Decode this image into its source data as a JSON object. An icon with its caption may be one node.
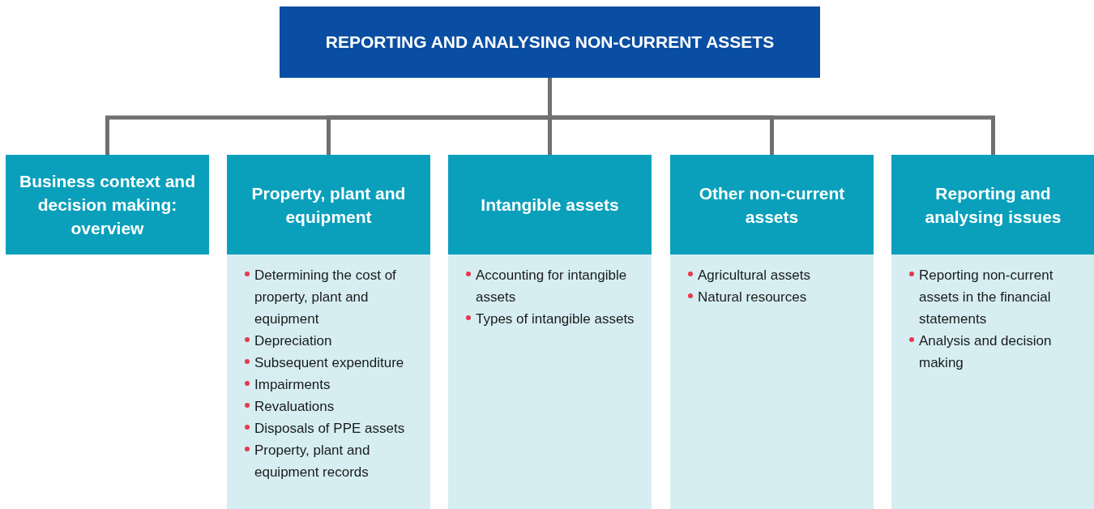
{
  "diagram": {
    "nodes": [
      {
        "text": [
          "REPORTING AND ANALYSING NON-CURRENT ASSETS"
        ]
      },
      {
        "text": [
          "Business context and decision making: overview"
        ]
      },
      {
        "text": [
          "Property, plant and equipment"
        ]
      },
      {
        "text": [
          "Intangible assets"
        ]
      },
      {
        "text": [
          "Other non-current assets"
        ]
      },
      {
        "text": [
          "Reporting and analysing issues"
        ]
      },
      {
        "text": [
          "Determining the cost of property, plant and equipment",
          "Depreciation",
          "Subsequent expenditure",
          "Impairments",
          "Revaluations",
          "Disposals of PPE assets",
          "Property, plant and equipment records"
        ]
      },
      {
        "text": [
          "Accounting for intangible assets",
          "Types of intangible assets"
        ]
      },
      {
        "text": [
          "Agricultural assets",
          "Natural resources"
        ]
      },
      {
        "text": [
          "Reporting non-current assets in the financial statements",
          "Analysis and decision making"
        ]
      }
    ],
    "edges": [
      {
        "from": 0,
        "to": 1,
        "arrow": "none"
      },
      {
        "from": 0,
        "to": 2,
        "arrow": "none"
      },
      {
        "from": 0,
        "to": 3,
        "arrow": "none"
      },
      {
        "from": 0,
        "to": 4,
        "arrow": "none"
      },
      {
        "from": 0,
        "to": 5,
        "arrow": "none"
      }
    ]
  }
}
